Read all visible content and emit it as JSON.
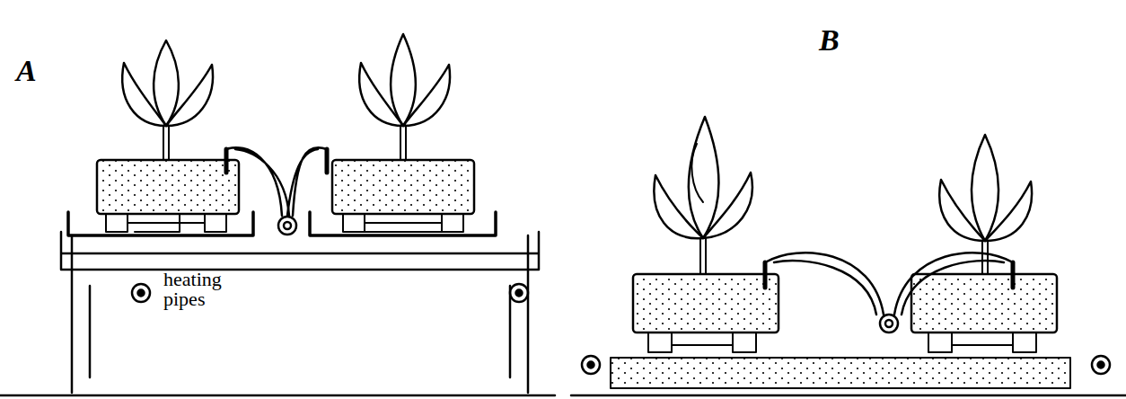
{
  "diagram": {
    "labels": [
      "A",
      "B",
      "heating pipes"
    ]
  }
}
